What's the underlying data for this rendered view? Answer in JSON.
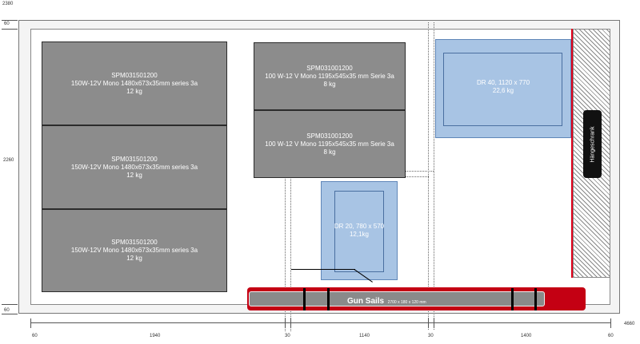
{
  "dimensions": {
    "top_left": "2380",
    "left_top": "60",
    "left_mid": "2260",
    "left_bottom": "60",
    "bottom": [
      "60",
      "1940",
      "30",
      "1140",
      "30",
      "1400",
      "60"
    ],
    "bottom_right": "4660"
  },
  "panels_150w": [
    {
      "model": "SPM031501200",
      "spec": "150W-12V  Mono 1480x673x35mm  series 3a",
      "weight": "12 kg"
    },
    {
      "model": "SPM031501200",
      "spec": "150W-12V  Mono 1480x673x35mm  series 3a",
      "weight": "12 kg"
    },
    {
      "model": "SPM031501200",
      "spec": "150W-12V  Mono 1480x673x35mm  series 3a",
      "weight": "12 kg"
    }
  ],
  "panels_100w": [
    {
      "model": "SPM031001200",
      "spec": "100 W-12 V Mono 1195x545x35  mm Serie 3a",
      "weight": "8 kg"
    },
    {
      "model": "SPM031001200",
      "spec": "100 W-12 V Mono 1195x545x35  mm Serie 3a",
      "weight": "8 kg"
    }
  ],
  "dr40": {
    "name": "DR 40, 1120 x 770",
    "weight": "22,6 kg"
  },
  "dr20": {
    "name": "DR 20, 780 x 570",
    "weight": "12,1kg"
  },
  "cabinet": {
    "label": "Hängeschrank"
  },
  "gun_sails": {
    "title": "Gun Sails",
    "size": "2700 x 180 x 120 mm"
  },
  "colors": {
    "panel": "#8c8c8c",
    "box": "#a8c4e4",
    "sail_red": "#c40013",
    "edge_red": "#e0001a"
  }
}
